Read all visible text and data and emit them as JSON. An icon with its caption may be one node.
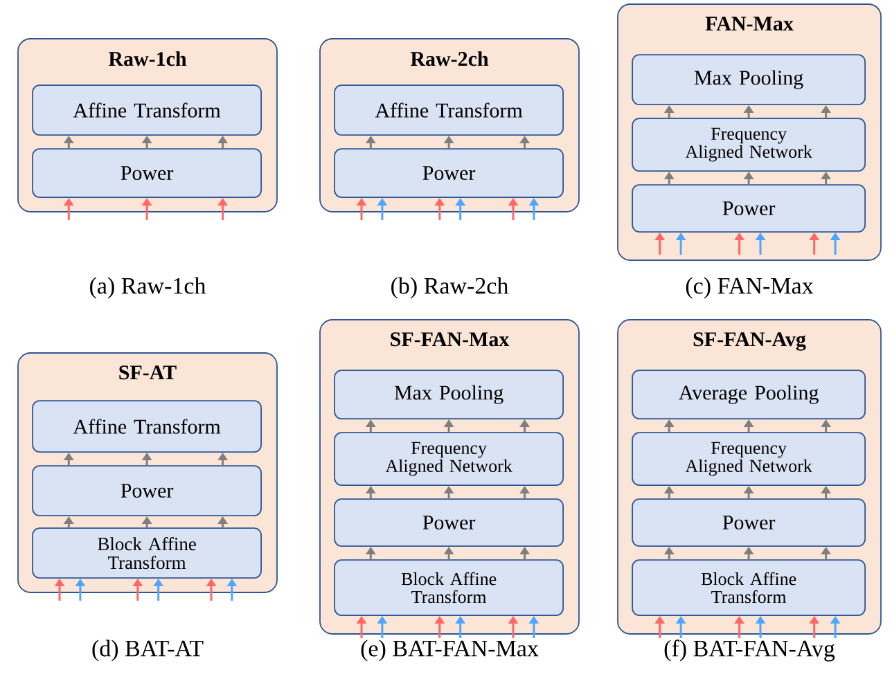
{
  "diagram": {
    "nodes": [
      {
        "text": [
          "Raw-1ch"
        ],
        "beside": [
          "(a) Raw-1ch"
        ]
      },
      {
        "text": [
          "Affine Transform"
        ],
        "in": 0
      },
      {
        "text": [
          "Power"
        ],
        "in": 0
      },
      {
        "text": [
          "Raw-2ch"
        ],
        "beside": [
          "(b) Raw-2ch"
        ]
      },
      {
        "text": [
          "Affine Transform"
        ],
        "in": 3
      },
      {
        "text": [
          "Power"
        ],
        "in": 3
      },
      {
        "text": [
          "FAN-Max"
        ],
        "beside": [
          "(c) FAN-Max"
        ]
      },
      {
        "text": [
          "Max Pooling"
        ],
        "in": 6
      },
      {
        "text": [
          "Frequency Aligned Network"
        ],
        "in": 6
      },
      {
        "text": [
          "Power"
        ],
        "in": 6
      },
      {
        "text": [
          "SF-AT"
        ],
        "beside": [
          "(d) BAT-AT"
        ]
      },
      {
        "text": [
          "Affine Transform"
        ],
        "in": 10
      },
      {
        "text": [
          "Power"
        ],
        "in": 10
      },
      {
        "text": [
          "Block Affine Transform"
        ],
        "in": 10
      },
      {
        "text": [
          "SF-FAN-Max"
        ],
        "beside": [
          "(e) BAT-FAN-Max"
        ]
      },
      {
        "text": [
          "Max Pooling"
        ],
        "in": 14
      },
      {
        "text": [
          "Frequency Aligned Network"
        ],
        "in": 14
      },
      {
        "text": [
          "Power"
        ],
        "in": 14
      },
      {
        "text": [
          "Block Affine Transform"
        ],
        "in": 14
      },
      {
        "text": [
          "SF-FAN-Avg"
        ],
        "beside": [
          "(f) BAT-FAN-Avg"
        ]
      },
      {
        "text": [
          "Average Pooling"
        ],
        "in": 19
      },
      {
        "text": [
          "Frequency Aligned Network"
        ],
        "in": 19
      },
      {
        "text": [
          "Power"
        ],
        "in": 19
      },
      {
        "text": [
          "Block Affine Transform"
        ],
        "in": 19
      }
    ],
    "edges": [
      {
        "from": 2,
        "to": 1,
        "arrow": "to"
      },
      {
        "from": 2,
        "to": 1,
        "arrow": "to"
      },
      {
        "from": 2,
        "to": 1,
        "arrow": "to"
      },
      {
        "from": null,
        "to": 2,
        "arrow": "to",
        "color": "#ff6666"
      },
      {
        "from": null,
        "to": 2,
        "arrow": "to",
        "color": "#ff6666"
      },
      {
        "from": null,
        "to": 2,
        "arrow": "to",
        "color": "#ff6666"
      },
      {
        "from": 5,
        "to": 4,
        "arrow": "to"
      },
      {
        "from": 5,
        "to": 4,
        "arrow": "to"
      },
      {
        "from": 5,
        "to": 4,
        "arrow": "to"
      },
      {
        "from": null,
        "to": 5,
        "arrow": "to",
        "color": "#ff6666"
      },
      {
        "from": null,
        "to": 5,
        "arrow": "to",
        "color": "#4da6ff"
      },
      {
        "from": null,
        "to": 5,
        "arrow": "to",
        "color": "#ff6666"
      },
      {
        "from": null,
        "to": 5,
        "arrow": "to",
        "color": "#4da6ff"
      },
      {
        "from": null,
        "to": 5,
        "arrow": "to",
        "color": "#ff6666"
      },
      {
        "from": null,
        "to": 5,
        "arrow": "to",
        "color": "#4da6ff"
      },
      {
        "from": 8,
        "to": 7,
        "arrow": "to"
      },
      {
        "from": 8,
        "to": 7,
        "arrow": "to"
      },
      {
        "from": 8,
        "to": 7,
        "arrow": "to"
      },
      {
        "from": 9,
        "to": 8,
        "arrow": "to"
      },
      {
        "from": 9,
        "to": 8,
        "arrow": "to"
      },
      {
        "from": 9,
        "to": 8,
        "arrow": "to"
      },
      {
        "from": null,
        "to": 9,
        "arrow": "to",
        "color": "#ff6666"
      },
      {
        "from": null,
        "to": 9,
        "arrow": "to",
        "color": "#4da6ff"
      },
      {
        "from": null,
        "to": 9,
        "arrow": "to",
        "color": "#ff6666"
      },
      {
        "from": null,
        "to": 9,
        "arrow": "to",
        "color": "#4da6ff"
      },
      {
        "from": null,
        "to": 9,
        "arrow": "to",
        "color": "#ff6666"
      },
      {
        "from": null,
        "to": 9,
        "arrow": "to",
        "color": "#4da6ff"
      },
      {
        "from": 12,
        "to": 11,
        "arrow": "to"
      },
      {
        "from": 12,
        "to": 11,
        "arrow": "to"
      },
      {
        "from": 12,
        "to": 11,
        "arrow": "to"
      },
      {
        "from": 13,
        "to": 12,
        "arrow": "to"
      },
      {
        "from": 13,
        "to": 12,
        "arrow": "to"
      },
      {
        "from": 13,
        "to": 12,
        "arrow": "to"
      },
      {
        "from": null,
        "to": 13,
        "arrow": "to",
        "color": "#ff6666"
      },
      {
        "from": null,
        "to": 13,
        "arrow": "to",
        "color": "#4da6ff"
      },
      {
        "from": null,
        "to": 13,
        "arrow": "to",
        "color": "#ff6666"
      },
      {
        "from": null,
        "to": 13,
        "arrow": "to",
        "color": "#4da6ff"
      },
      {
        "from": null,
        "to": 13,
        "arrow": "to",
        "color": "#ff6666"
      },
      {
        "from": null,
        "to": 13,
        "arrow": "to",
        "color": "#4da6ff"
      },
      {
        "from": 16,
        "to": 15,
        "arrow": "to"
      },
      {
        "from": 16,
        "to": 15,
        "arrow": "to"
      },
      {
        "from": 16,
        "to": 15,
        "arrow": "to"
      },
      {
        "from": 17,
        "to": 16,
        "arrow": "to"
      },
      {
        "from": 17,
        "to": 16,
        "arrow": "to"
      },
      {
        "from": 17,
        "to": 16,
        "arrow": "to"
      },
      {
        "from": 18,
        "to": 17,
        "arrow": "to"
      },
      {
        "from": 18,
        "to": 17,
        "arrow": "to"
      },
      {
        "from": 18,
        "to": 17,
        "arrow": "to"
      },
      {
        "from": null,
        "to": 18,
        "arrow": "to",
        "color": "#ff6666"
      },
      {
        "from": null,
        "to": 18,
        "arrow": "to",
        "color": "#4da6ff"
      },
      {
        "from": null,
        "to": 18,
        "arrow": "to",
        "color": "#ff6666"
      },
      {
        "from": null,
        "to": 18,
        "arrow": "to",
        "color": "#4da6ff"
      },
      {
        "from": null,
        "to": 18,
        "arrow": "to",
        "color": "#ff6666"
      },
      {
        "from": null,
        "to": 18,
        "arrow": "to",
        "color": "#4da6ff"
      },
      {
        "from": 21,
        "to": 20,
        "arrow": "to"
      },
      {
        "from": 21,
        "to": 20,
        "arrow": "to"
      },
      {
        "from": 21,
        "to": 20,
        "arrow": "to"
      },
      {
        "from": 22,
        "to": 21,
        "arrow": "to"
      },
      {
        "from": 22,
        "to": 21,
        "arrow": "to"
      },
      {
        "from": 22,
        "to": 21,
        "arrow": "to"
      },
      {
        "from": 23,
        "to": 22,
        "arrow": "to"
      },
      {
        "from": 23,
        "to": 22,
        "arrow": "to"
      },
      {
        "from": 23,
        "to": 22,
        "arrow": "to"
      },
      {
        "from": null,
        "to": 23,
        "arrow": "to",
        "color": "#ff6666"
      },
      {
        "from": null,
        "to": 23,
        "arrow": "to",
        "color": "#4da6ff"
      },
      {
        "from": null,
        "to": 23,
        "arrow": "to",
        "color": "#ff6666"
      },
      {
        "from": null,
        "to": 23,
        "arrow": "to",
        "color": "#4da6ff"
      },
      {
        "from": null,
        "to": 23,
        "arrow": "to",
        "color": "#ff6666"
      },
      {
        "from": null,
        "to": 23,
        "arrow": "to",
        "color": "#4da6ff"
      }
    ]
  }
}
